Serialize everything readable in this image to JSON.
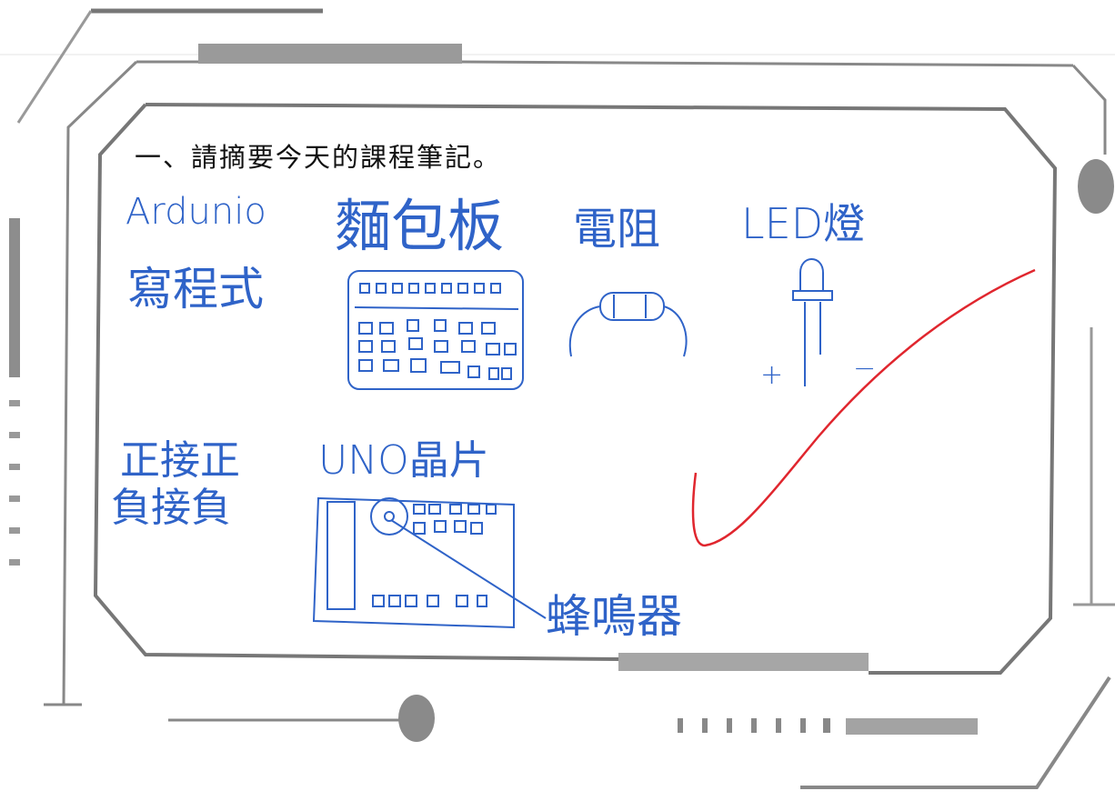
{
  "worksheet": {
    "question": "一、請摘要今天的課程筆記。"
  },
  "notes": {
    "arduino": "Ardunio",
    "programming": "寫程式",
    "breadboard": "麵包板",
    "resistor": "電阻",
    "led_light": "LED燈",
    "led_plus": "+",
    "led_minus": "−",
    "polarity_line1": "正接正",
    "polarity_line2": "負接負",
    "uno_chip": "UNO晶片",
    "buzzer": "蜂鳴器"
  },
  "colors": {
    "ink_blue": "#2f63c8",
    "ink_red": "#e0262e",
    "frame_gray": "#8a8a8a"
  }
}
